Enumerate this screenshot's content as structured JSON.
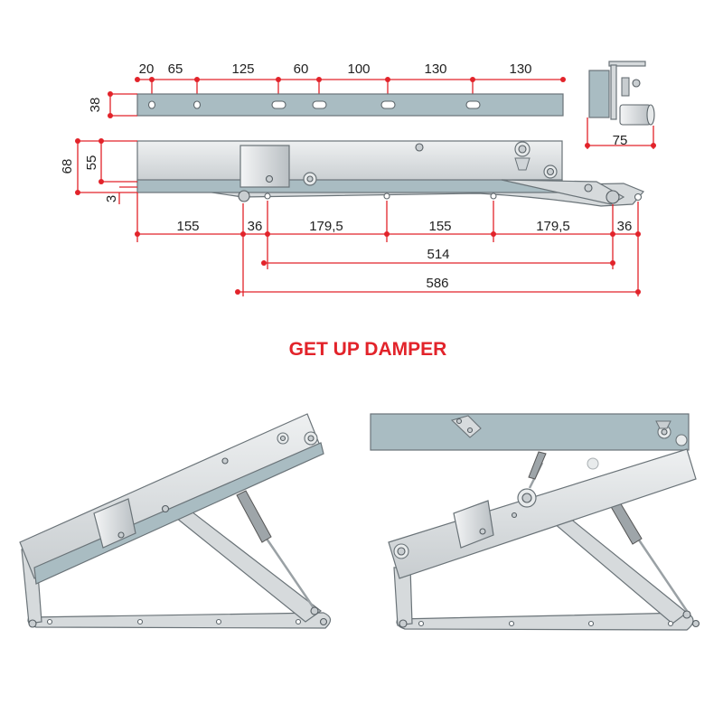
{
  "title": "GET UP DAMPER",
  "top_dimensions": [
    "20",
    "65",
    "125",
    "60",
    "100",
    "130",
    "130"
  ],
  "rail_height": "38",
  "side_view_width": "75",
  "left_heights": [
    "68",
    "55",
    "3"
  ],
  "bottom_dimensions": [
    "155",
    "36",
    "179,5",
    "155",
    "179,5",
    "36"
  ],
  "span_inner": "514",
  "span_outer": "586",
  "colors": {
    "accent": "#e2232a",
    "rail": "#a9bcc2",
    "metal": "#d6dadc"
  }
}
